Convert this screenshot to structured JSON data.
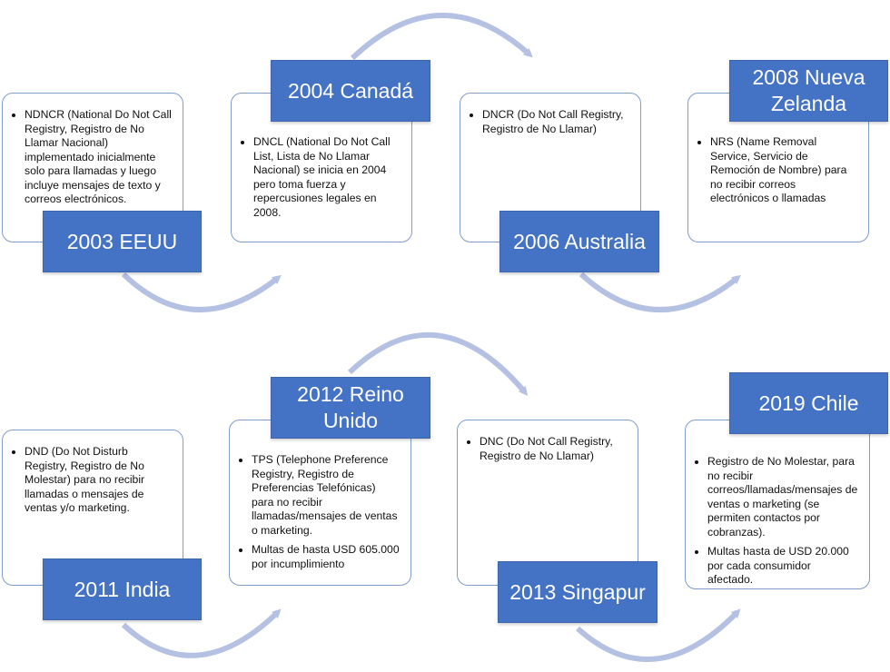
{
  "entries": [
    {
      "label": "2003 EEUU",
      "bullets": [
        "NDNCR (National Do Not Call Registry, Registro de No Llamar Nacional) implementado inicialmente solo para llamadas y luego incluye mensajes de texto y correos electrónicos."
      ]
    },
    {
      "label": "2004 Canadá",
      "bullets": [
        "DNCL (National Do Not Call List, Lista de No Llamar Nacional) se inicia en 2004 pero toma fuerza y repercusiones legales en 2008."
      ]
    },
    {
      "label": "2006 Australia",
      "bullets": [
        "DNCR (Do Not Call Registry, Registro de No Llamar)"
      ]
    },
    {
      "label": "2008 Nueva Zelanda",
      "bullets": [
        "NRS (Name Removal Service, Servicio de Remoción de Nombre) para no recibir correos electrónicos o llamadas"
      ]
    },
    {
      "label": "2011 India",
      "bullets": [
        "DND (Do Not Disturb Registry, Registro de No Molestar) para no recibir llamadas o mensajes de ventas y/o marketing."
      ]
    },
    {
      "label": "2012 Reino Unido",
      "bullets": [
        "TPS (Telephone Preference Registry, Registro de Preferencias Telefónicas) para no recibir llamadas/mensajes de ventas o marketing.",
        "Multas de hasta USD 605.000 por incumplimiento"
      ]
    },
    {
      "label": "2013 Singapur",
      "bullets": [
        "DNC (Do Not Call Registry, Registro de No Llamar)"
      ]
    },
    {
      "label": "2019 Chile",
      "bullets": [
        "Registro de No Molestar, para no recibir correos/llamadas/mensajes de ventas o marketing (se permiten contactos por cobranzas).",
        "Multas hasta de USD 20.000 por cada consumidor afectado."
      ]
    }
  ],
  "colors": {
    "label_fill": "#4472c4",
    "card_border": "#7f9ccd",
    "arrow": "#b4c1e2"
  }
}
